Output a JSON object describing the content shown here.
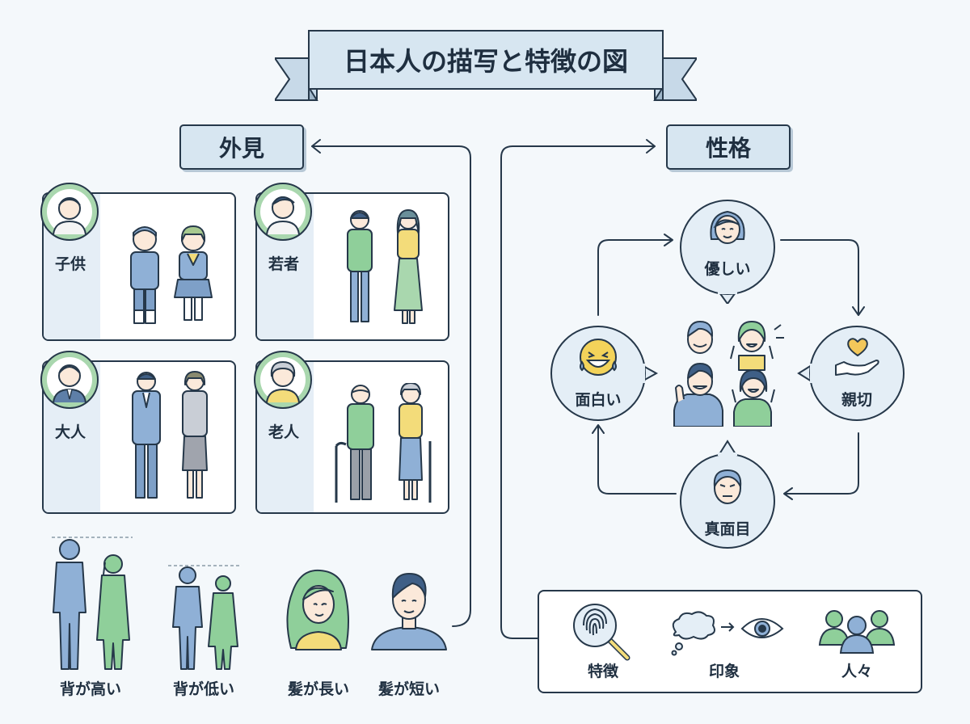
{
  "title": "日本人の描写と特徴の図",
  "sections": {
    "appearance": "外見",
    "personality": "性格"
  },
  "age_groups": [
    {
      "label": "子供",
      "icon": "child-icon"
    },
    {
      "label": "若者",
      "icon": "young-person-icon"
    },
    {
      "label": "大人",
      "icon": "adult-icon"
    },
    {
      "label": "老人",
      "icon": "elderly-icon"
    }
  ],
  "physical_traits": [
    {
      "label": "背が高い",
      "icon": "tall-people-icon"
    },
    {
      "label": "背が低い",
      "icon": "short-people-icon"
    },
    {
      "label": "髪が長い",
      "icon": "long-hair-icon"
    },
    {
      "label": "髪が短い",
      "icon": "short-hair-icon"
    }
  ],
  "personality_traits": [
    {
      "label": "優しい",
      "icon": "gentle-face-icon"
    },
    {
      "label": "親切",
      "icon": "heart-hand-icon"
    },
    {
      "label": "真面目",
      "icon": "serious-face-icon"
    },
    {
      "label": "面白い",
      "icon": "laughing-emoji-icon"
    }
  ],
  "legend": [
    {
      "label": "特徴",
      "icon": "fingerprint-magnifier-icon"
    },
    {
      "label": "印象",
      "icon": "thought-eye-icon"
    },
    {
      "label": "人々",
      "icon": "people-group-icon"
    }
  ],
  "colors": {
    "outline": "#26384a",
    "blue": "#8fb0d6",
    "green": "#8fcf9a",
    "yellow": "#f3dc7a",
    "panel": "#e5eef6",
    "header_fill": "#d7e6f1"
  }
}
